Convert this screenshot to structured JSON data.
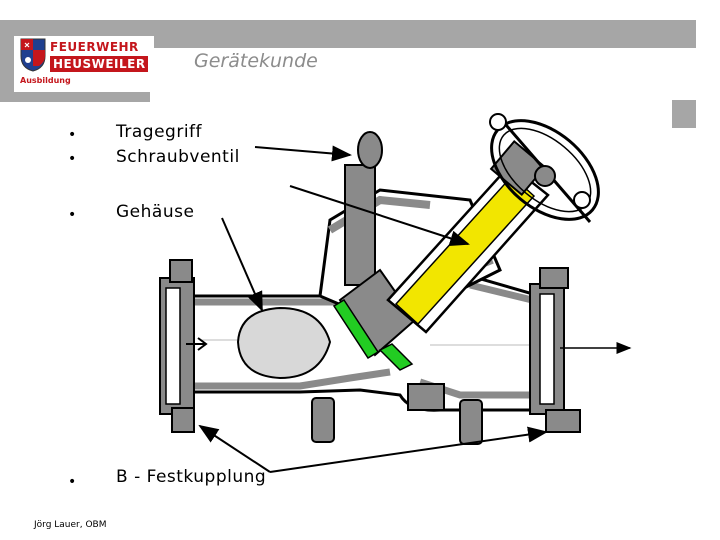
{
  "header": {
    "logo": {
      "line1": "FEUERWEHR",
      "line2": "HEUSWEILER",
      "line3": "Ausbildung"
    },
    "title": "Gerätekunde"
  },
  "items": [
    {
      "label": "Tragegriff"
    },
    {
      "label": "Schraubventil"
    },
    {
      "label": "Gehäuse"
    },
    {
      "label": "B - Festkupplung"
    }
  ],
  "footer": {
    "author": "Jörg Lauer, OBM"
  },
  "colors": {
    "header_gray": "#a6a6a6",
    "brand_red": "#c4161c",
    "valve_stem": "#f2e600",
    "seal": "#22cc22",
    "body_gray": "#8a8a8a"
  }
}
